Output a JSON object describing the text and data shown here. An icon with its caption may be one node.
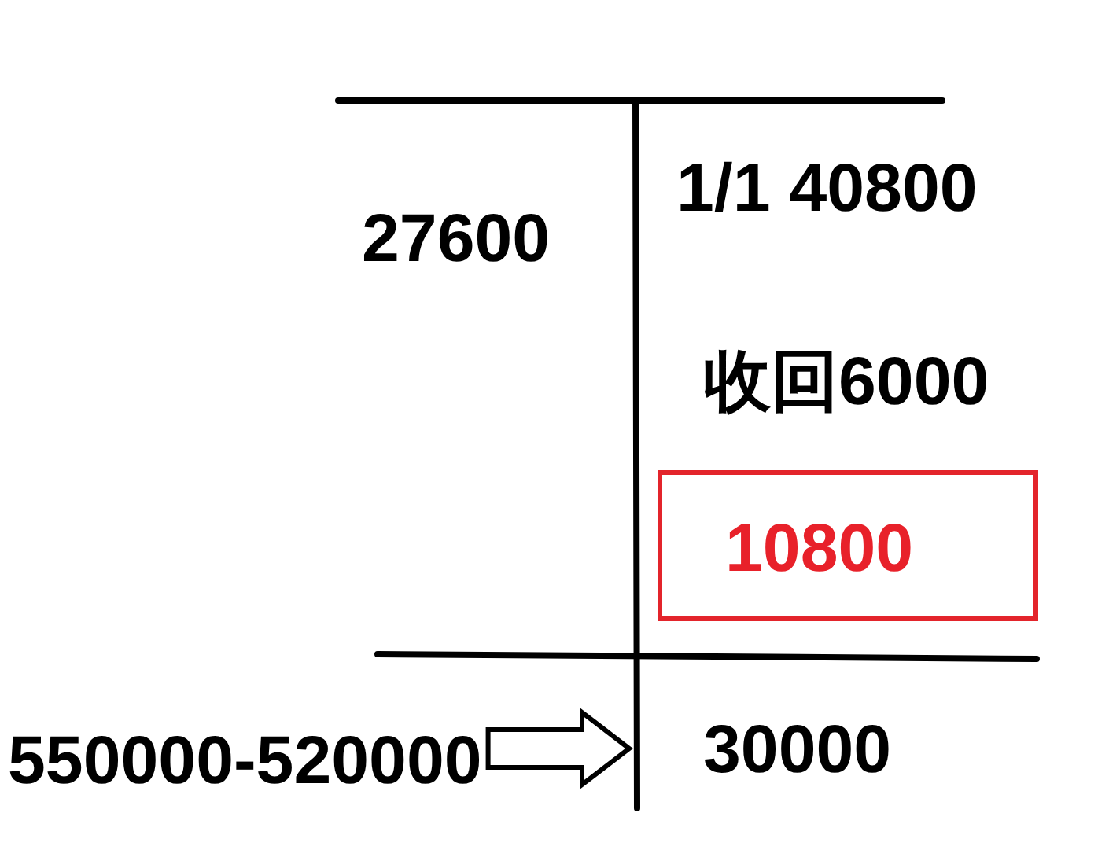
{
  "diagram": {
    "nodes": [
      {
        "text": [
          "10800"
        ]
      },
      {
        "text": [
          "550000-520000"
        ]
      },
      {
        "text": [
          "30000"
        ]
      }
    ],
    "edges": [
      {
        "from": 1,
        "to": 2,
        "arrow": "to"
      }
    ],
    "labels": [
      "1/1 40800",
      "27600",
      "收回6000"
    ]
  }
}
